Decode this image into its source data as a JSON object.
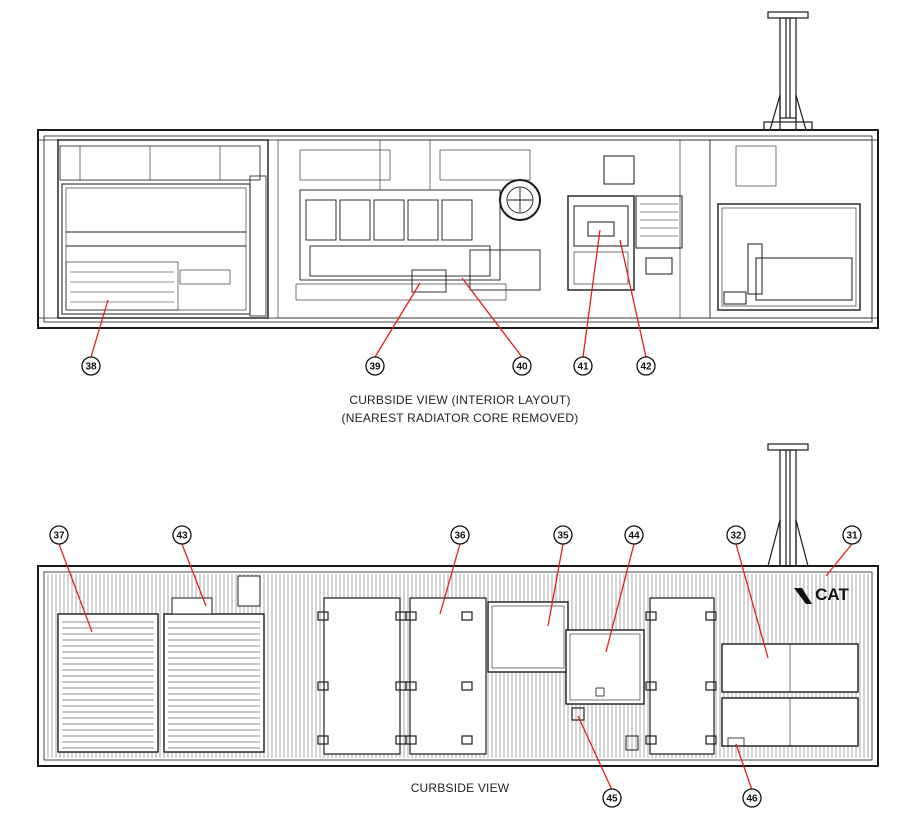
{
  "captions": {
    "upper_line1": "CURBSIDE VIEW  (INTERIOR LAYOUT)",
    "upper_line2": "(NEAREST RADIATOR CORE REMOVED)",
    "lower": "CURBSIDE VIEW"
  },
  "logo": {
    "text": "CAT"
  },
  "leader_color": "#e0201b",
  "callouts": {
    "c38": "38",
    "c39": "39",
    "c40": "40",
    "c41": "41",
    "c42": "42",
    "c37": "37",
    "c43": "43",
    "c36": "36",
    "c35": "35",
    "c44": "44",
    "c32": "32",
    "c31": "31",
    "c45": "45",
    "c46": "46"
  }
}
